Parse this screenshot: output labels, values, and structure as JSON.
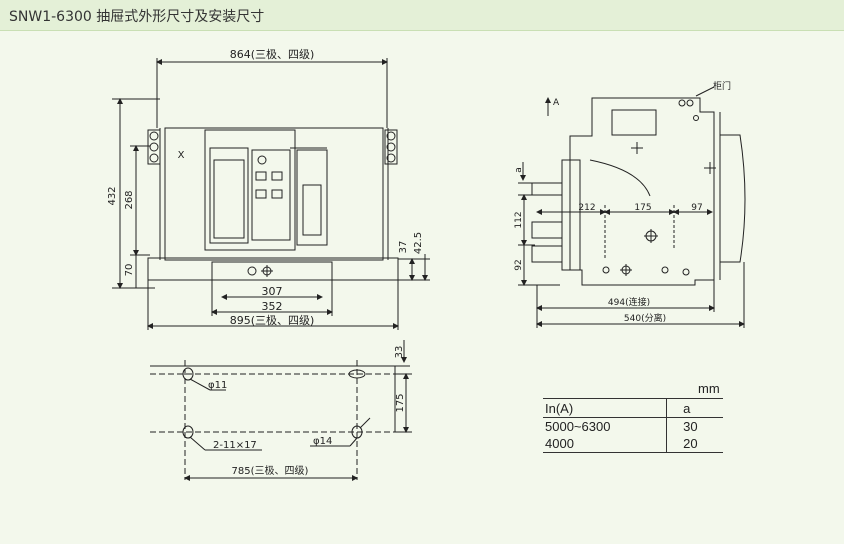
{
  "header": {
    "title": "SNW1-6300 抽屉式外形尺寸及安装尺寸"
  },
  "front_view": {
    "top_dim": "864(三极、四级)",
    "h432": "432",
    "h268": "268",
    "h70": "70",
    "h37": "37",
    "h42_5": "42.5",
    "w307": "307",
    "w352": "352",
    "w895": "895(三极、四级)",
    "x_mark": "X"
  },
  "side_view": {
    "arrow_a": "A",
    "door_label": "柜门",
    "a_label": "a",
    "v112": "112",
    "v92": "92",
    "d212": "212",
    "d175": "175",
    "d97": "97",
    "d494": "494(连接)",
    "d540": "540(分离)"
  },
  "mount_view": {
    "hole11": "φ11",
    "hole14": "φ14",
    "slots": "2-11×17",
    "d33": "33",
    "d175": "175",
    "d785": "785(三极、四级)"
  },
  "spec_table": {
    "unit": "mm",
    "header": [
      "In(A)",
      "a"
    ],
    "rows": [
      [
        "5000~6300",
        "30"
      ],
      [
        "4000",
        "20"
      ]
    ]
  }
}
